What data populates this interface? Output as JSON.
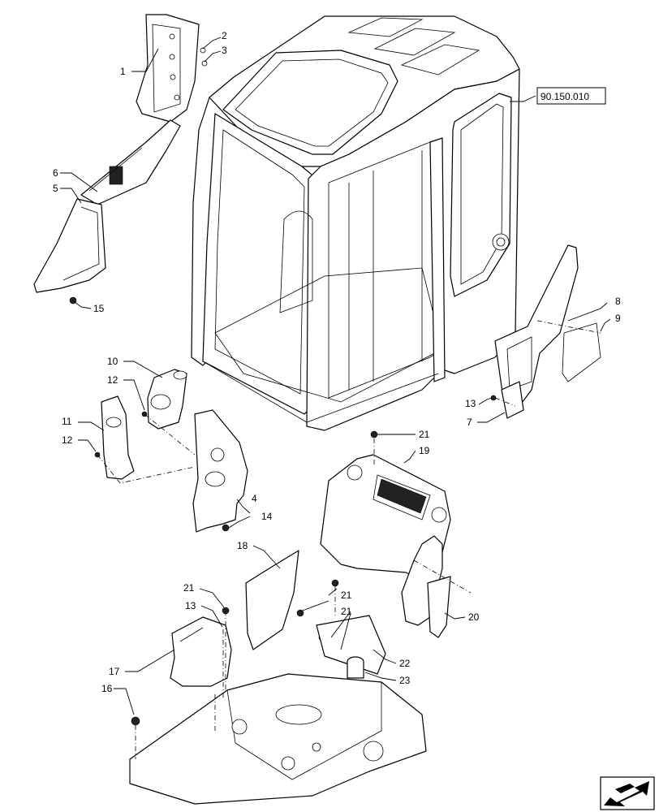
{
  "diagram": {
    "reference": "90.150.010",
    "callouts": [
      {
        "id": "c1",
        "label": "1"
      },
      {
        "id": "c2",
        "label": "2"
      },
      {
        "id": "c3",
        "label": "3"
      },
      {
        "id": "c4",
        "label": "4"
      },
      {
        "id": "c5",
        "label": "5"
      },
      {
        "id": "c6",
        "label": "6"
      },
      {
        "id": "c7",
        "label": "7"
      },
      {
        "id": "c8",
        "label": "8"
      },
      {
        "id": "c9",
        "label": "9"
      },
      {
        "id": "c10",
        "label": "10"
      },
      {
        "id": "c11",
        "label": "11"
      },
      {
        "id": "c12a",
        "label": "12"
      },
      {
        "id": "c12b",
        "label": "12"
      },
      {
        "id": "c13a",
        "label": "13"
      },
      {
        "id": "c13b",
        "label": "13"
      },
      {
        "id": "c14",
        "label": "14"
      },
      {
        "id": "c15",
        "label": "15"
      },
      {
        "id": "c16",
        "label": "16"
      },
      {
        "id": "c17",
        "label": "17"
      },
      {
        "id": "c18",
        "label": "18"
      },
      {
        "id": "c19",
        "label": "19"
      },
      {
        "id": "c20",
        "label": "20"
      },
      {
        "id": "c21a",
        "label": "21"
      },
      {
        "id": "c21b",
        "label": "21"
      },
      {
        "id": "c21c",
        "label": "21"
      },
      {
        "id": "c21d",
        "label": "21"
      },
      {
        "id": "c22",
        "label": "22"
      },
      {
        "id": "c23",
        "label": "23"
      }
    ],
    "icons": {
      "navigation": "arrow-icon"
    }
  }
}
